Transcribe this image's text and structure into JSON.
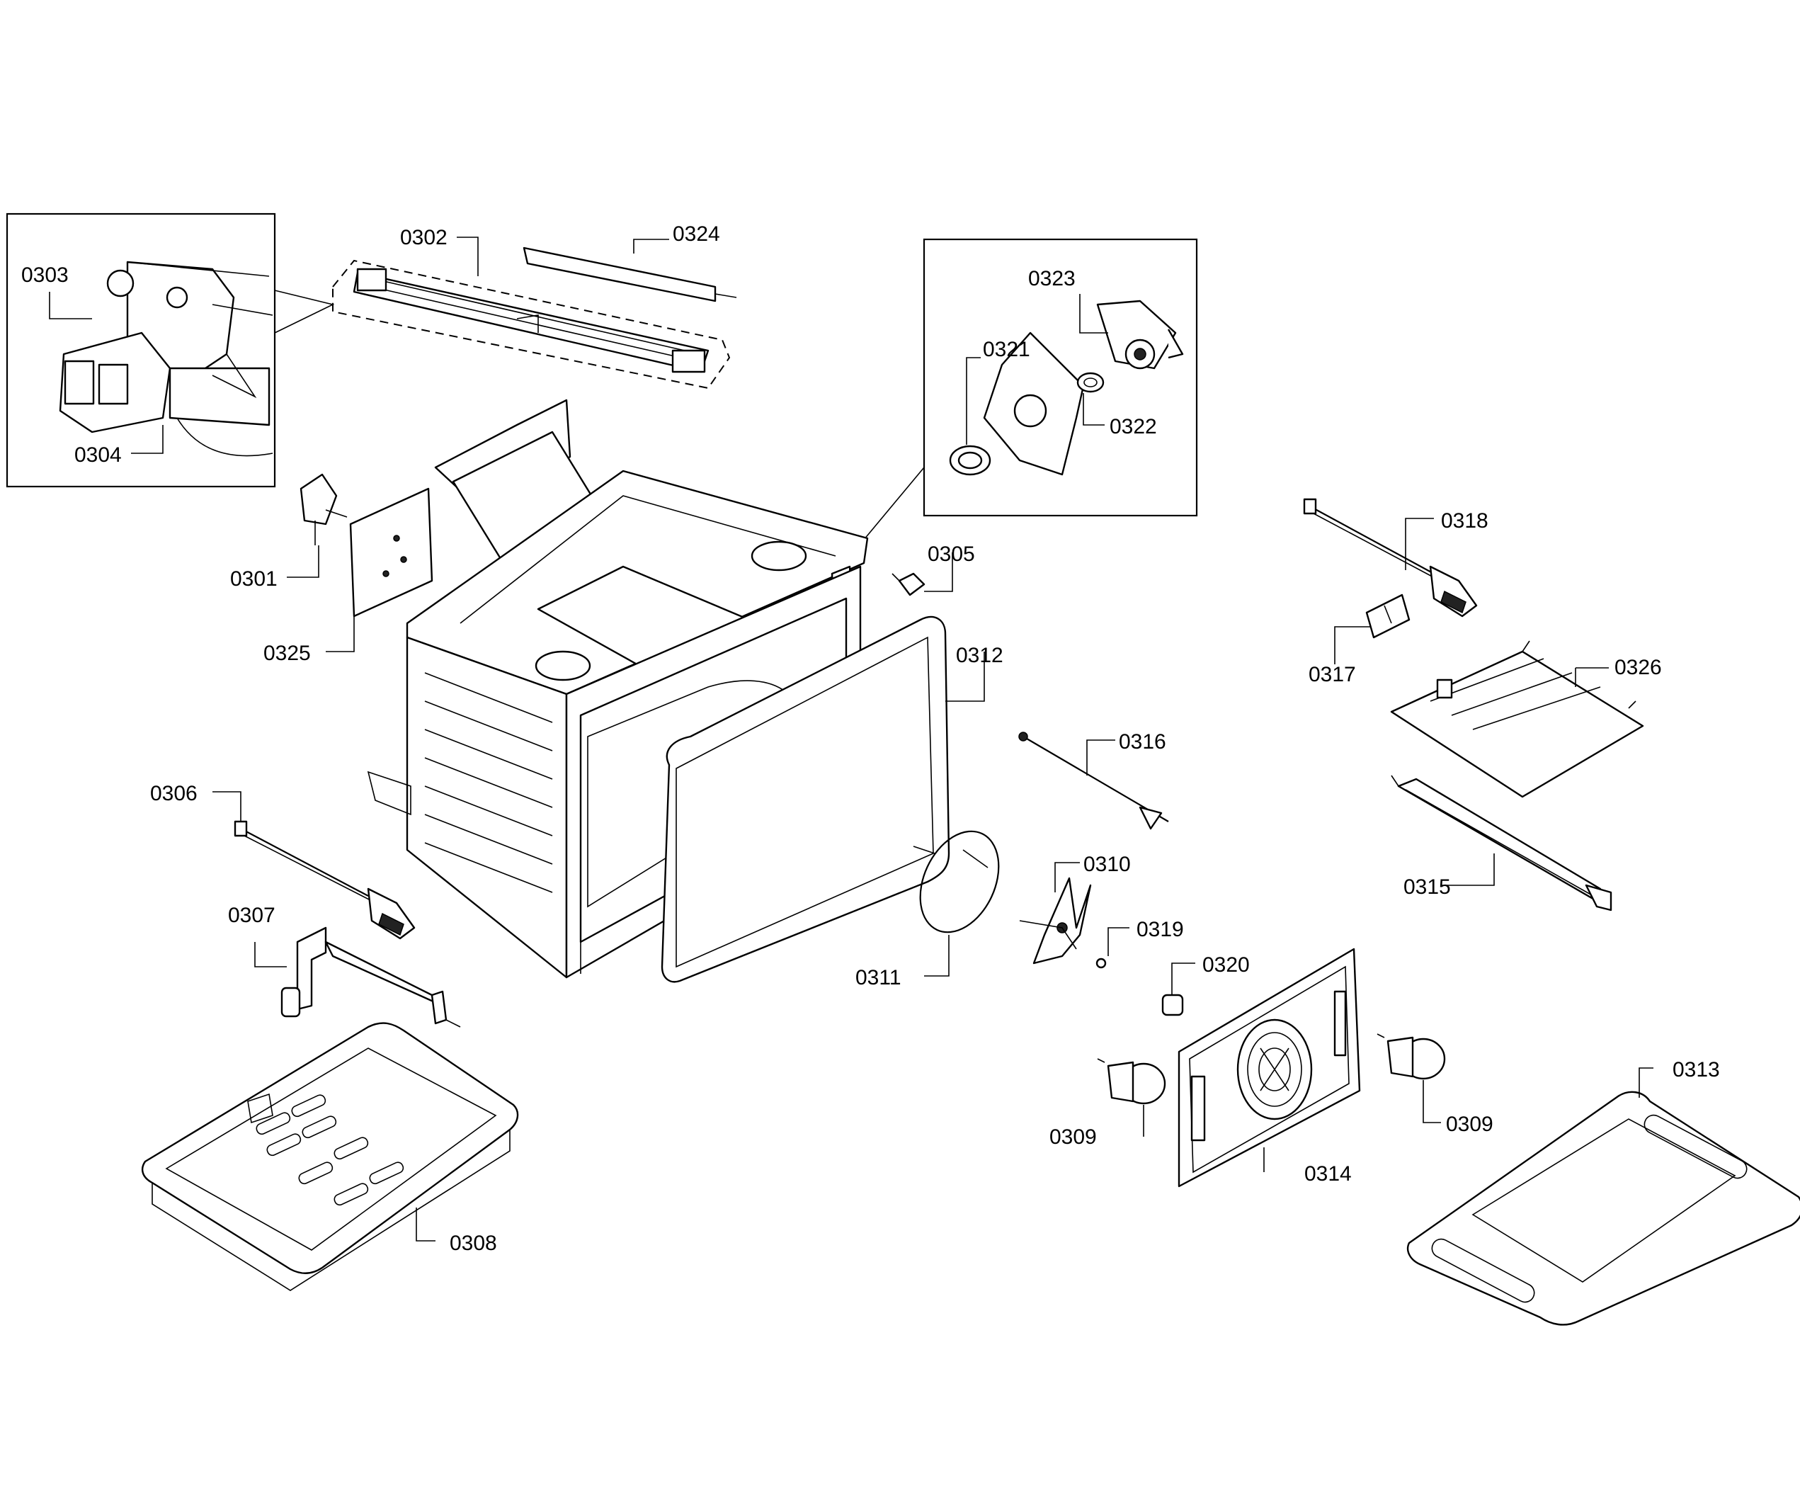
{
  "labels": {
    "p0301": "0301",
    "p0302": "0302",
    "p0303": "0303",
    "p0304": "0304",
    "p0305": "0305",
    "p0306": "0306",
    "p0307": "0307",
    "p0308": "0308",
    "p0309a": "0309",
    "p0309b": "0309",
    "p0310": "0310",
    "p0311": "0311",
    "p0312": "0312",
    "p0313": "0313",
    "p0314": "0314",
    "p0315": "0315",
    "p0316": "0316",
    "p0317": "0317",
    "p0318": "0318",
    "p0319": "0319",
    "p0320": "0320",
    "p0321": "0321",
    "p0322": "0322",
    "p0323": "0323",
    "p0324": "0324",
    "p0325": "0325",
    "p0326": "0326"
  }
}
